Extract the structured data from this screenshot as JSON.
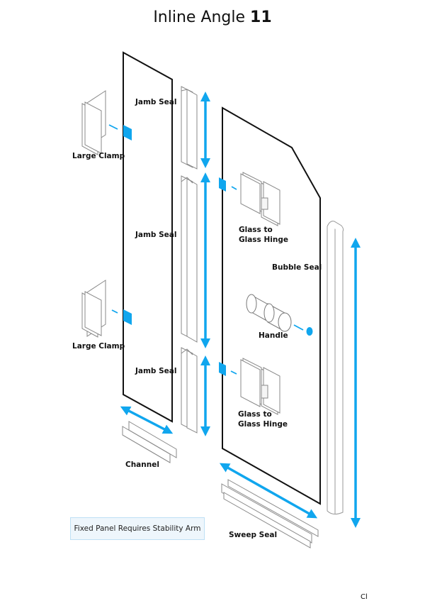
{
  "title": {
    "prefix": "Inline Angle",
    "number": "11"
  },
  "accent_color": "#10a6ee",
  "labels": {
    "jamb_seal_top": "Jamb Seal",
    "jamb_seal_middle": "Jamb Seal",
    "jamb_seal_bottom": "Jamb Seal",
    "large_clamp_top": "Large Clamp",
    "large_clamp_bottom": "Large Clamp",
    "hinge_top_line1": "Glass to",
    "hinge_top_line2": "Glass Hinge",
    "hinge_bottom_line1": "Glass to",
    "hinge_bottom_line2": "Glass Hinge",
    "bubble_seal": "Bubble Seal",
    "handle": "Handle",
    "channel": "Channel",
    "sweep_seal": "Sweep Seal"
  },
  "note": "Fixed Panel Requires Stability Arm",
  "corner_mark": "Cl"
}
